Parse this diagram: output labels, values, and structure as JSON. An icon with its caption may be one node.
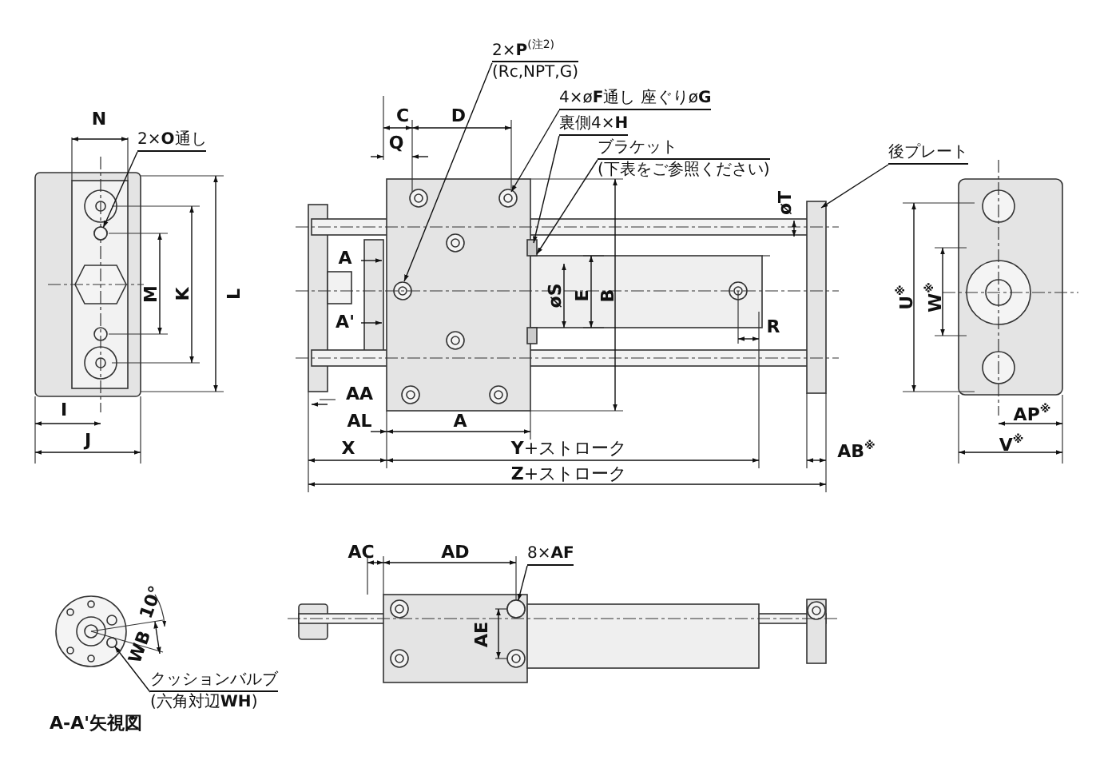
{
  "diagram": {
    "nodes": [
      {
        "text": [
          "2×**O**通し"
        ]
      },
      {
        "text": [
          "2×**P**$^{(注2)}$",
          "(Rc,NPT,G)"
        ]
      },
      {
        "text": [
          "4×ø**F**通し 座ぐりø**G**"
        ]
      },
      {
        "text": [
          "裏側4×**H**"
        ]
      },
      {
        "text": [
          "ブラケット",
          "(下表をご参照ください)"
        ]
      },
      {
        "text": [
          "後プレート"
        ]
      },
      {
        "text": [
          "8×**AF**"
        ]
      },
      {
        "text": [
          "クッションバルブ",
          "(六角対辺**WH**)"
        ]
      },
      {
        "text": [],
        "shape": "circle"
      },
      {
        "text": [],
        "shape": "circle"
      },
      {
        "text": [],
        "shape": "circle"
      }
    ],
    "edges": [
      {
        "from": 0,
        "to": 8,
        "arrow": "to"
      },
      {
        "from": 1,
        "to": null,
        "arrow": "to"
      },
      {
        "from": 2,
        "to": null,
        "arrow": "to"
      },
      {
        "from": 3,
        "to": null,
        "arrow": "to"
      },
      {
        "from": 4,
        "to": null,
        "arrow": "to"
      },
      {
        "from": 5,
        "to": null,
        "arrow": "to"
      },
      {
        "from": 6,
        "to": 10,
        "arrow": "to"
      },
      {
        "from": 7,
        "to": 9,
        "arrow": "to"
      }
    ],
    "labels": [
      "N",
      "C",
      "D",
      "Q",
      "øT",
      "M",
      "K",
      "L",
      "A",
      "øS",
      "E",
      "B",
      "U$^{※}$",
      "W$^{※}$",
      "A'",
      "R",
      "AA",
      "AL",
      "A",
      "I",
      "X",
      "**Y**+ストローク",
      "AB$^{※}$",
      "AP$^{※}$",
      "J",
      "**Z**+ストローク",
      "V$^{※}$",
      "AC",
      "AD",
      "AE",
      "10°",
      "WB",
      "A-A'矢視図"
    ]
  }
}
